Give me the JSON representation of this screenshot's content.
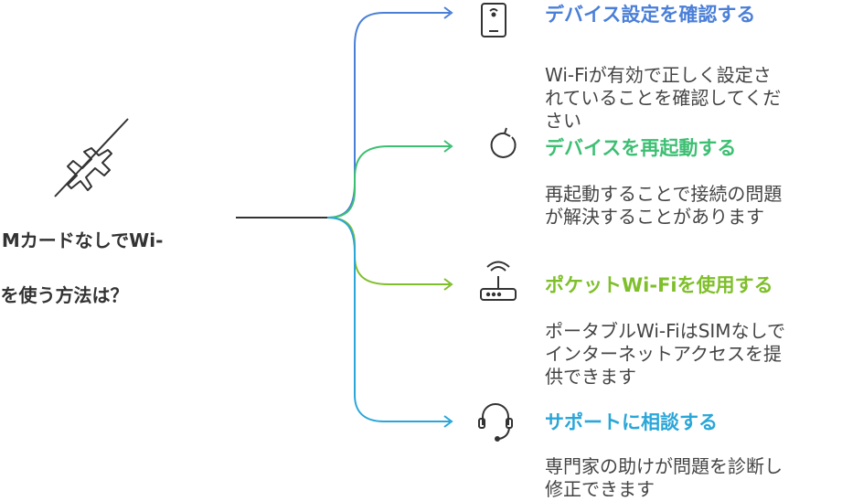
{
  "root": {
    "title_line1": "SIMカードなしでWi-",
    "title_line2": "Fiを使う方法は？",
    "icon": "airplane-mode-off-icon"
  },
  "branches": [
    {
      "title": "デバイス設定を確認する",
      "desc_line1": "Wi-Fiが有効で正しく設定さ",
      "desc_line2": "れていることを確認してくだ",
      "desc_line3": "さい",
      "icon": "smartphone-wifi-icon",
      "color": "#4a7fd8"
    },
    {
      "title": "デバイスを再起動する",
      "desc_line1": "再起動することで接続の問題",
      "desc_line2": "が解決することがあります",
      "icon": "restart-icon",
      "color": "#3dbf73"
    },
    {
      "title": "ポケットWi-Fiを使用する",
      "desc_line1": "ポータブルWi-FiはSIMなしで",
      "desc_line2": "インターネットアクセスを提",
      "desc_line3": "供できます",
      "icon": "router-icon",
      "color": "#7fbf2a"
    },
    {
      "title": "サポートに相談する",
      "desc_line1": "専門家の助けが問題を診断し",
      "desc_line2": "修正できます",
      "icon": "headset-icon",
      "color": "#2aa6d8"
    }
  ]
}
